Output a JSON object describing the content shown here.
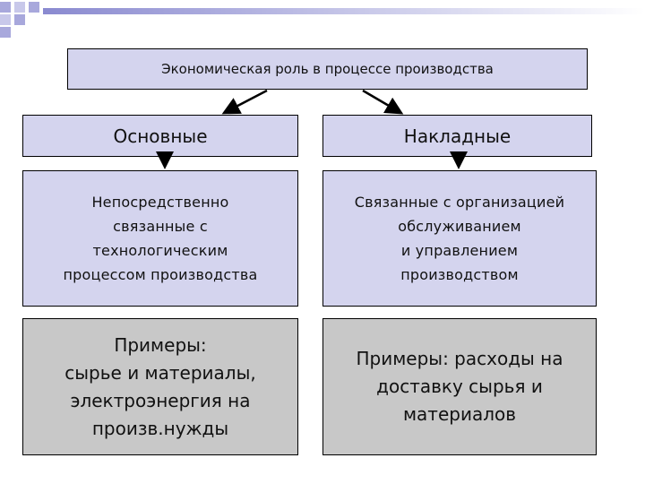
{
  "diagram": {
    "root": "Экономическая роль в процессе производства",
    "columns": [
      {
        "header": "Основные",
        "description": "Непосредственно\nсвязанные с\nтехнологическим\nпроцессом производства",
        "example": "Примеры:\nсырье и материалы,\nэлектроэнергия на\nпроизв.нужды"
      },
      {
        "header": "Накладные",
        "description": "Связанные с организацией\nобслуживанием\nи управлением\nпроизводством",
        "example": "Примеры: расходы на\nдоставку сырья и\nматериалов"
      }
    ]
  },
  "colors": {
    "box_fill": "#d4d4ee",
    "example_fill": "#c8c8c8",
    "border": "#000000",
    "decoration": "#8a8ad0"
  }
}
